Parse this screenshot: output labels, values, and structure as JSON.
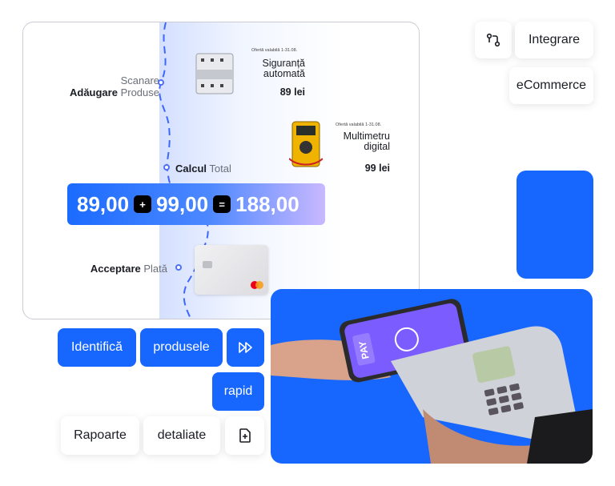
{
  "card": {
    "step_scan": {
      "label": "Scanare",
      "strong": "Adăugare",
      "rest": " Produse"
    },
    "step_total": {
      "strong": "Calcul",
      "rest": " Total"
    },
    "step_pay": {
      "strong": "Acceptare",
      "rest": " Plată"
    },
    "product1": {
      "offer": "Ofertă valabilă 1-31.08.",
      "name_line1": "Siguranță",
      "name_line2": "automată",
      "price": "89 lei"
    },
    "product2": {
      "offer": "Ofertă valabilă 1-31.08.",
      "name_line1": "Multimetru",
      "name_line2": "digital",
      "price": "99 lei"
    },
    "sum": {
      "a": "89,00",
      "op1": "+",
      "b": "99,00",
      "op2": "=",
      "result": "188,00"
    }
  },
  "right": {
    "integrare": "Integrare",
    "ecommerce": "eCommerce",
    "pay_text": "PAY"
  },
  "bottom": {
    "identifica": "Identifică",
    "produsele": "produsele",
    "rapid": "rapid",
    "rapoarte": "Rapoarte",
    "detaliate": "detaliate"
  },
  "colors": {
    "accent": "#1767ff",
    "text": "#1b1d24"
  }
}
